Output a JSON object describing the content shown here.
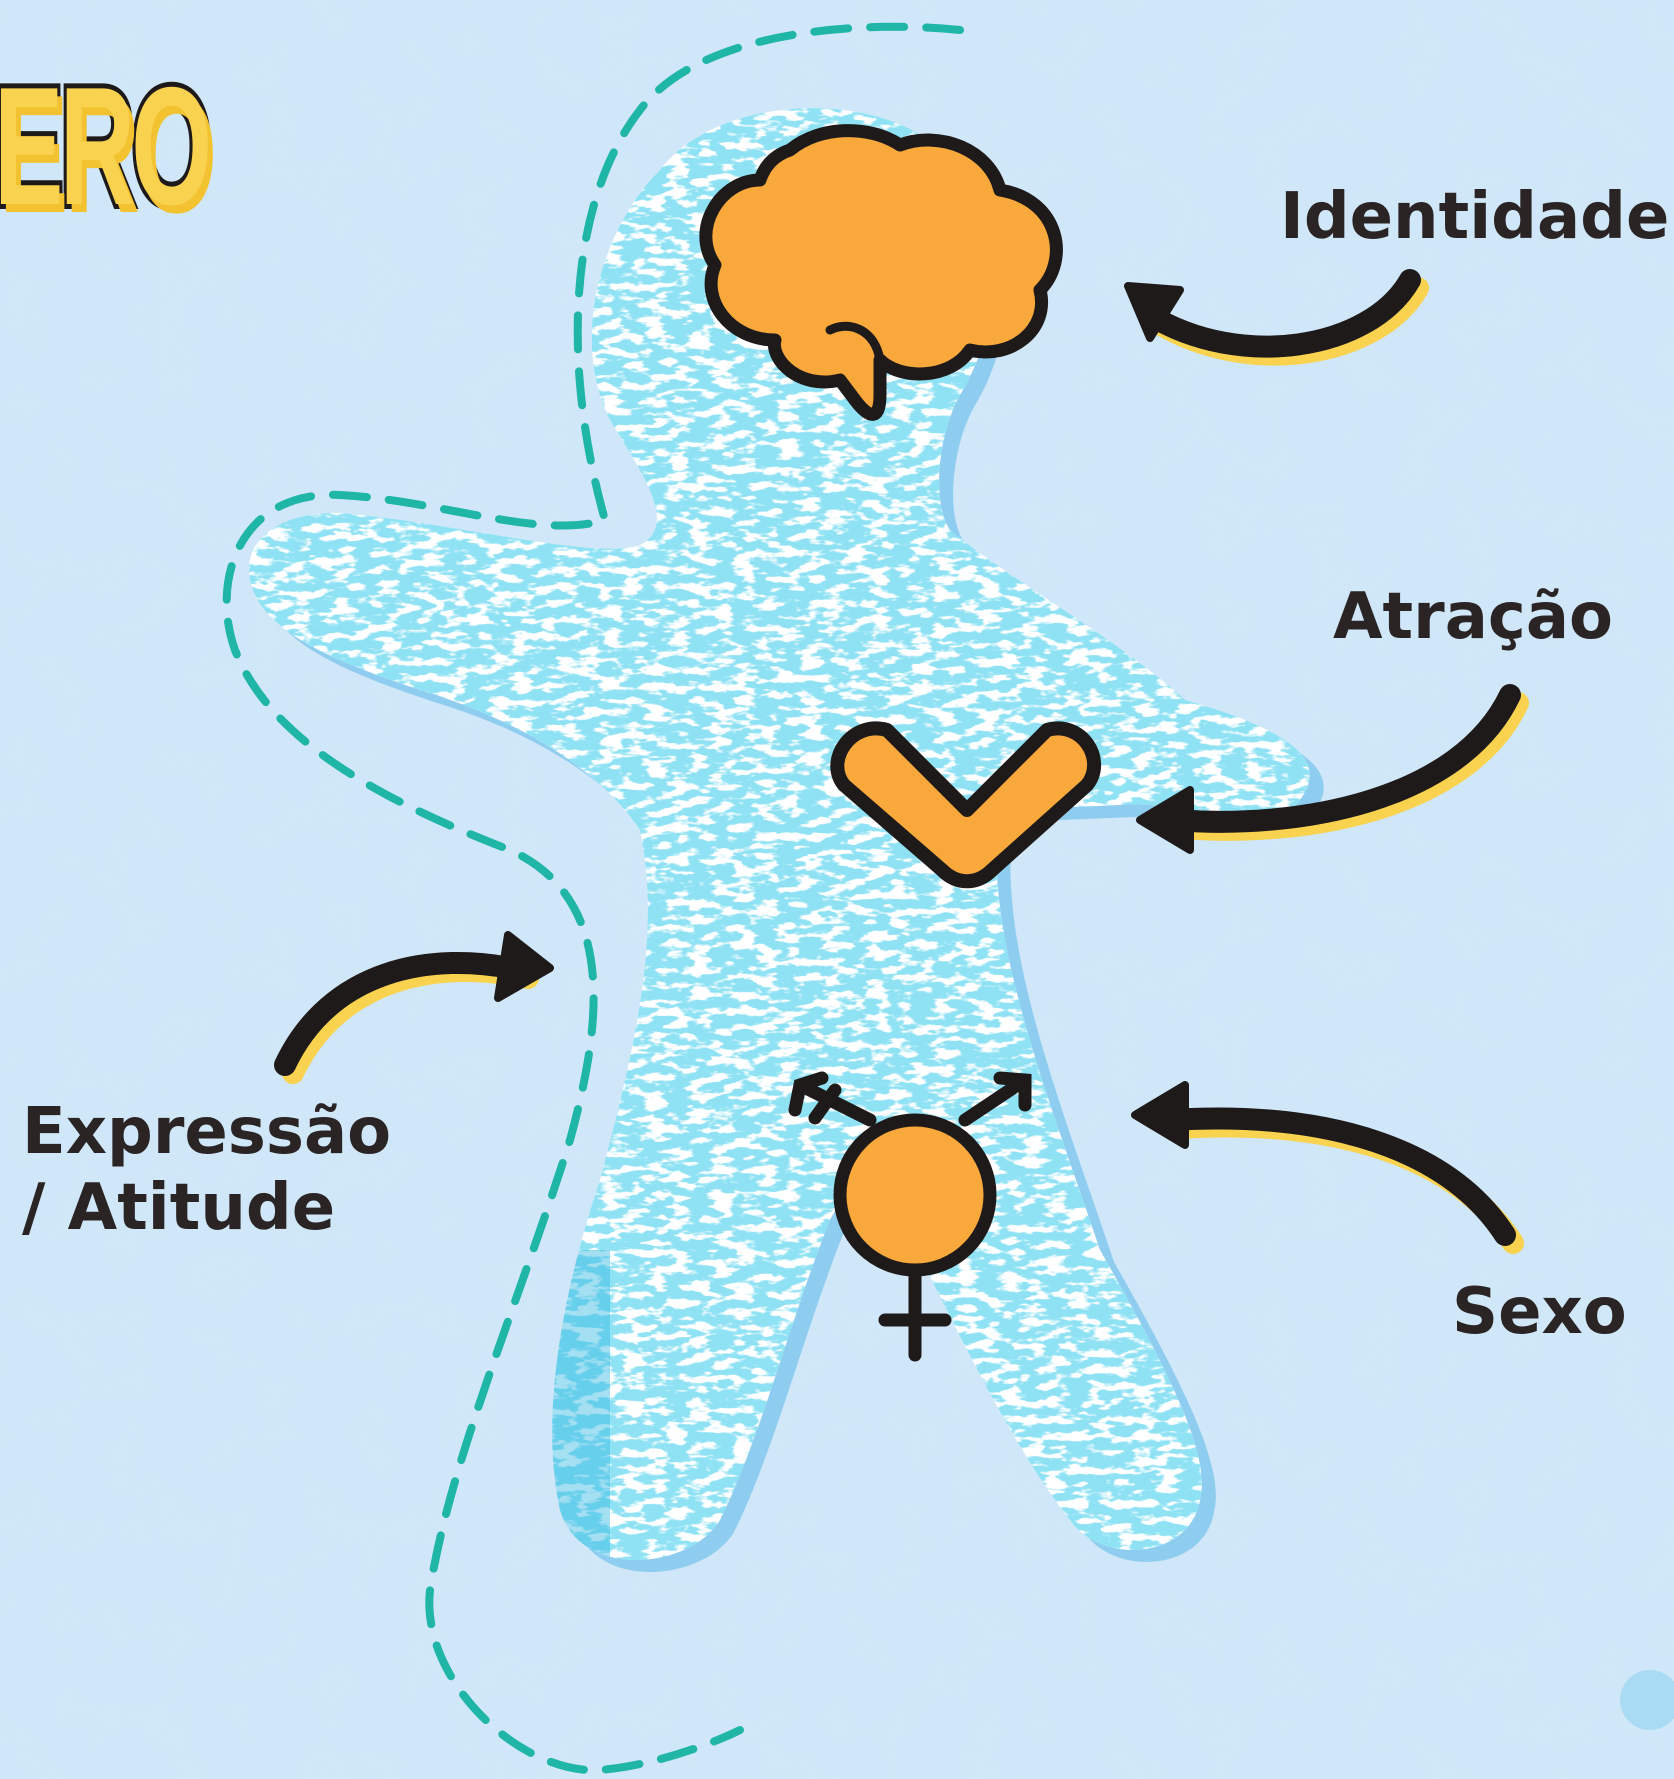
{
  "title_fragment": "ERO",
  "labels": {
    "identidade": "Identidade",
    "atracao": "Atração",
    "expressao_line1": "Expressão",
    "expressao_line2": "/ Atitude",
    "sexo": "Sexo"
  },
  "icons": {
    "head": "brain-icon",
    "chest": "heart-icon",
    "pelvis": "transgender-symbol-icon"
  },
  "colors": {
    "background": "#cfe7f8",
    "figure": "#ffffff",
    "figure_texture": "#35b9e3",
    "figure_shadow": "#8fcdf0",
    "icon_fill": "#f9a93b",
    "outline": "#1f1a1a",
    "arrow_highlight": "#f9d24f",
    "dashed_line": "#1fb5a7"
  }
}
